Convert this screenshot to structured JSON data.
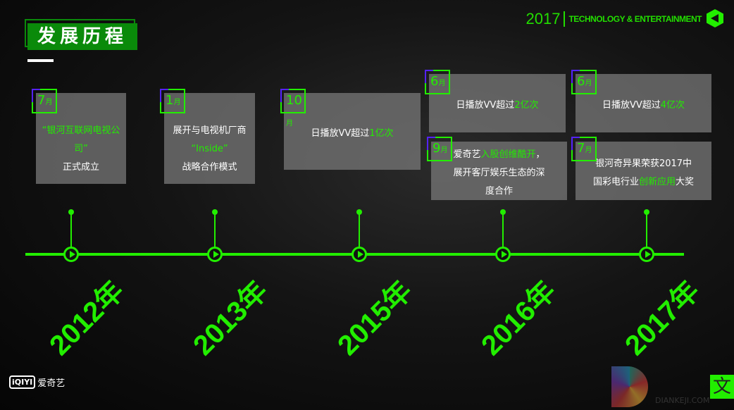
{
  "header": {
    "title": "发展历程",
    "brand_year": "2017",
    "brand_tagline": "TECHNOLOGY & ENTERTAINMENT"
  },
  "month_suffix": "月",
  "events": [
    {
      "month": "7",
      "lines": [
        [
          {
            "t": "“银河互联网电视公司”",
            "g": true
          }
        ],
        [
          {
            "t": "正式成立"
          }
        ]
      ]
    },
    {
      "month": "1",
      "lines": [
        [
          {
            "t": "展开与电视机厂商"
          }
        ],
        [
          {
            "t": "“Inside”",
            "g": true
          }
        ],
        [
          {
            "t": "战略合作模式"
          }
        ]
      ]
    },
    {
      "month": "10",
      "lines": [
        [
          {
            "t": "日播放VV超过"
          },
          {
            "t": "1亿次",
            "g": true
          }
        ]
      ]
    },
    {
      "month": "6",
      "lines": [
        [
          {
            "t": "日播放VV超过"
          },
          {
            "t": "2亿次",
            "g": true
          }
        ]
      ]
    },
    {
      "month": "6",
      "lines": [
        [
          {
            "t": "日播放VV超过"
          },
          {
            "t": "4亿次",
            "g": true
          }
        ]
      ]
    },
    {
      "month": "9",
      "lines": [
        [
          {
            "t": "爱奇艺"
          },
          {
            "t": "入股创维酷开",
            "g": true
          },
          {
            "t": "，"
          }
        ],
        [
          {
            "t": "展开客厅娱乐生态的深"
          }
        ],
        [
          {
            "t": "度合作"
          }
        ]
      ]
    },
    {
      "month": "7",
      "lines": [
        [
          {
            "t": "银河奇异果荣获2017中"
          }
        ],
        [
          {
            "t": "国彩电行业"
          },
          {
            "t": "创新应用",
            "g": true
          },
          {
            "t": "大奖"
          }
        ]
      ]
    }
  ],
  "years": [
    "2012年",
    "2013年",
    "2015年",
    "2016年",
    "2017年"
  ],
  "footer": {
    "logo_mark": "iQIYI",
    "logo_text": "爱奇艺",
    "watermark": "DIANKEJI.COM",
    "watermark_char": "文"
  }
}
